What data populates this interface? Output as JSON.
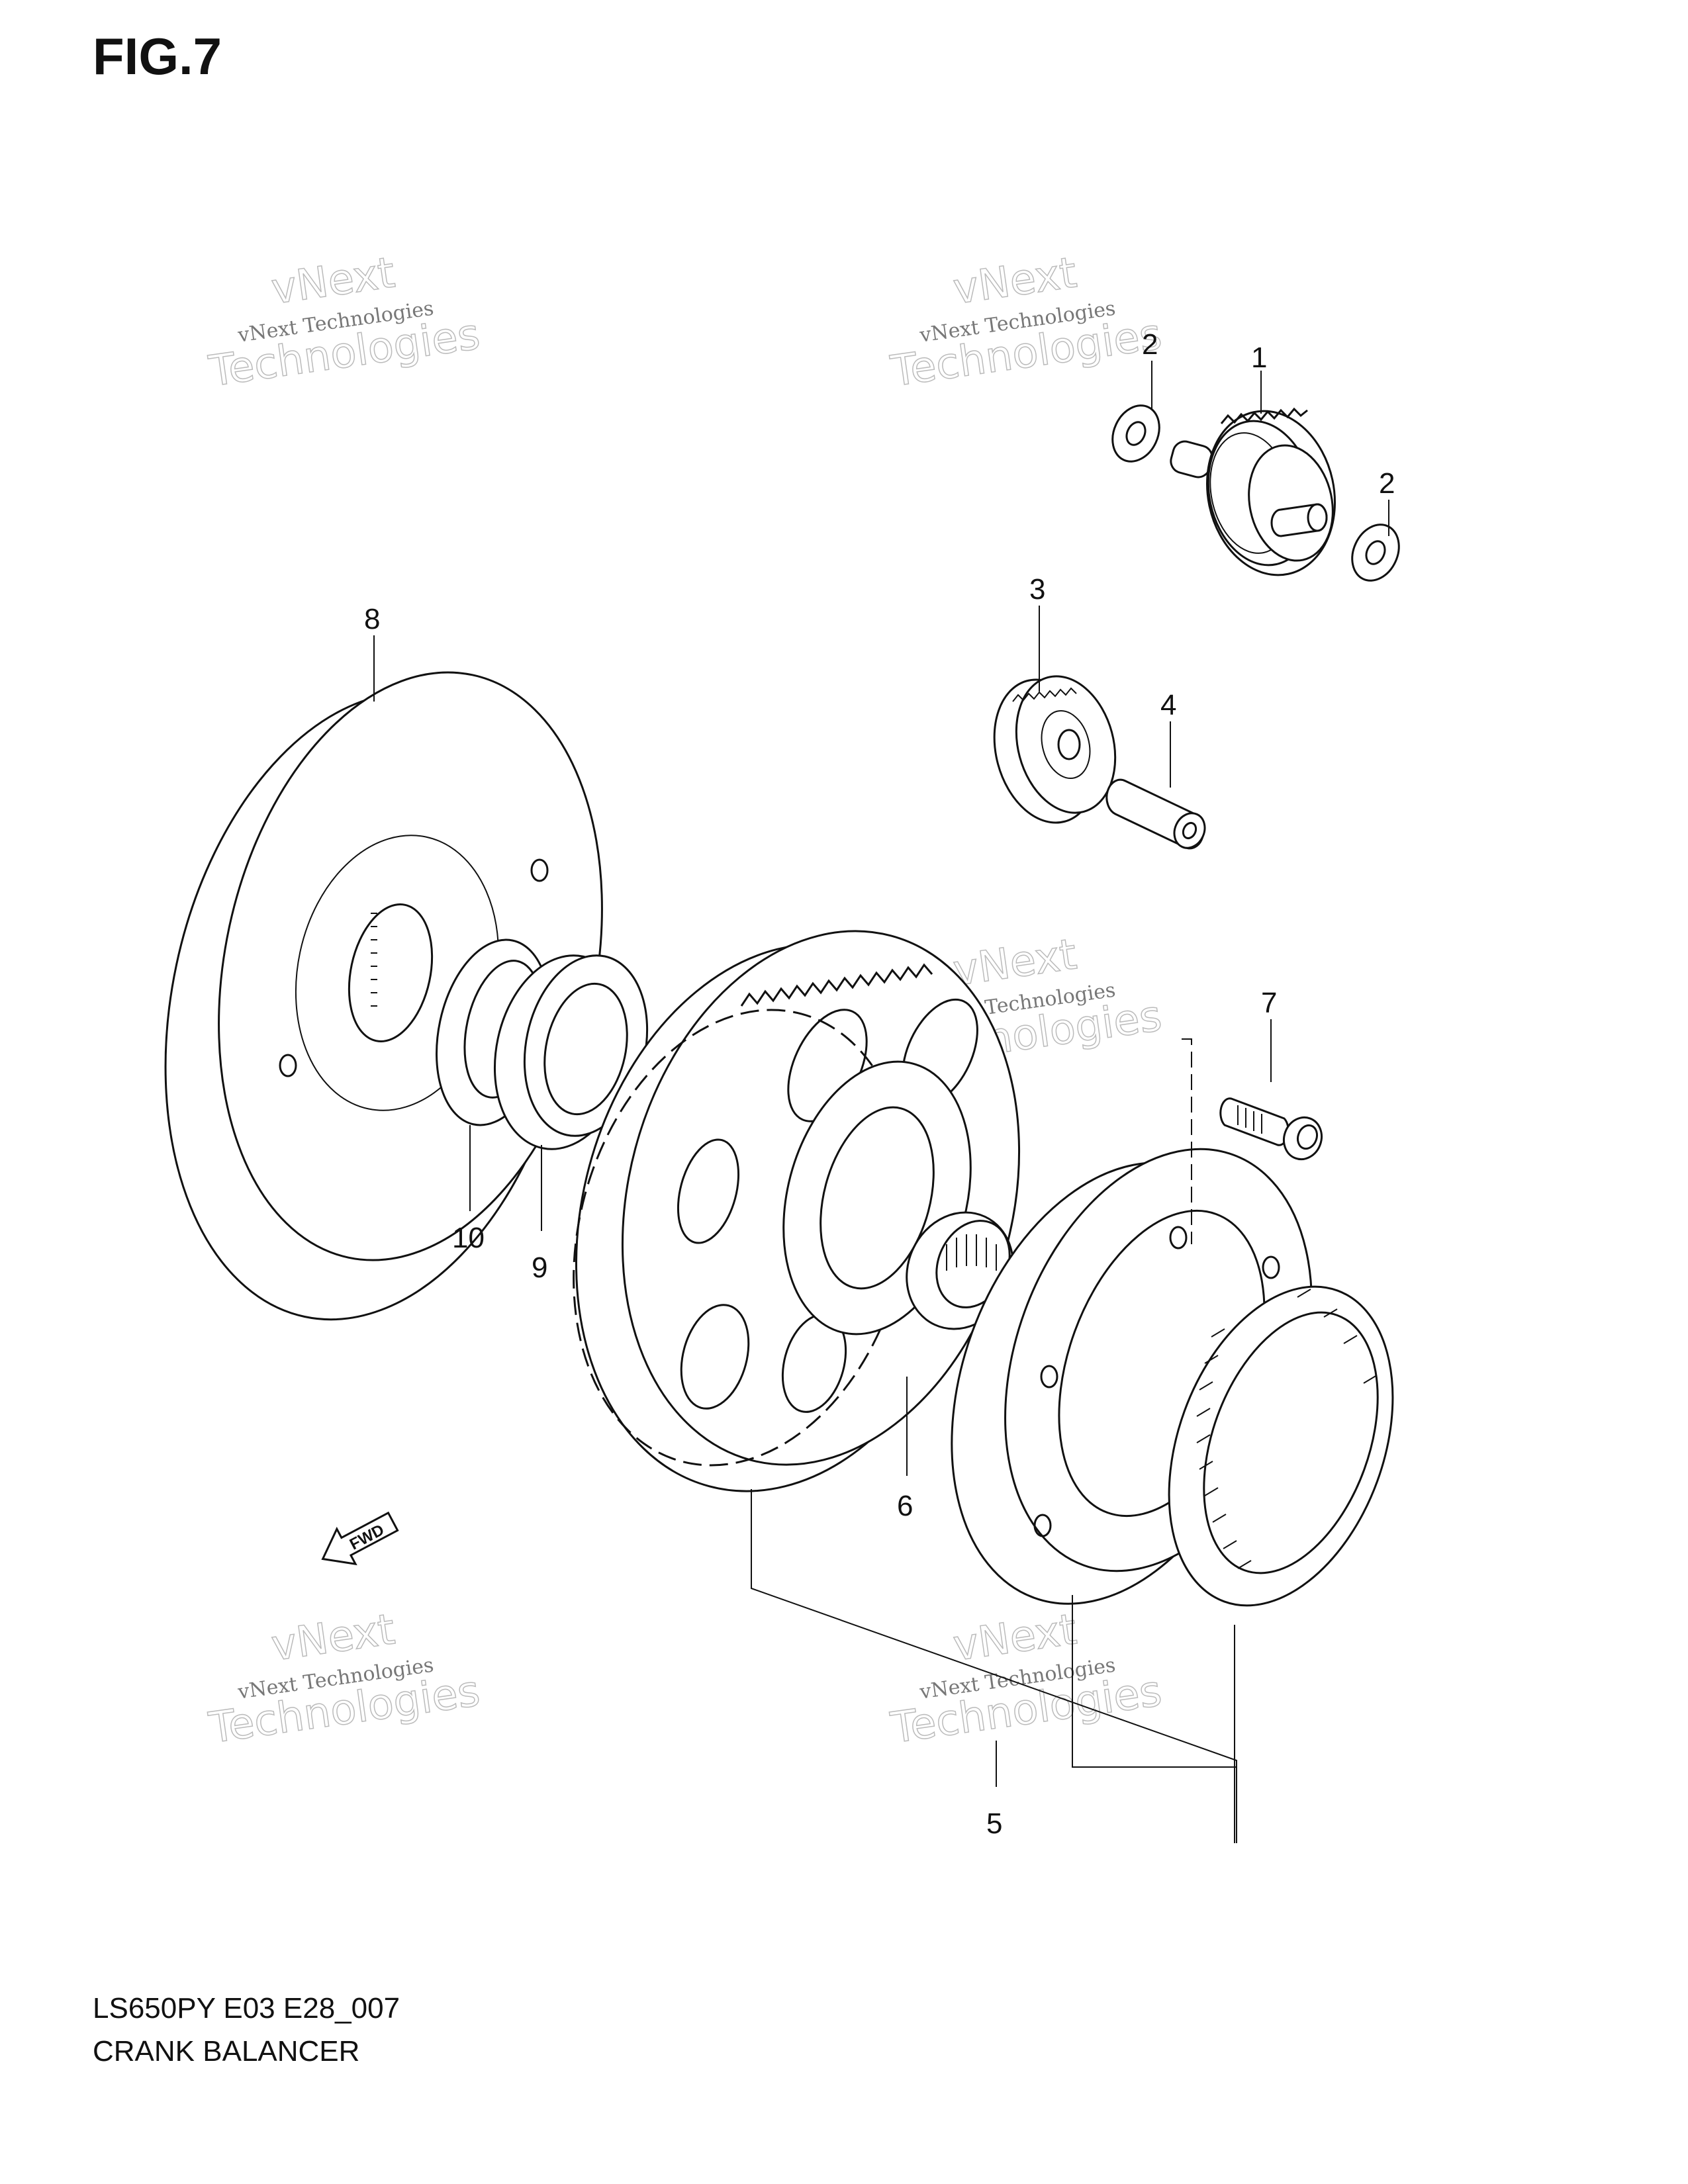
{
  "figure_title": "FIG.7",
  "footer": {
    "model_code": "LS650PY E03 E28_007",
    "section_name": "CRANK BALANCER"
  },
  "watermark": {
    "line": "vNext Technologies",
    "big_top": "vNext",
    "big_bottom": "Technologies"
  },
  "callouts": [
    "1",
    "2",
    "2",
    "3",
    "4",
    "5",
    "6",
    "7",
    "8",
    "9",
    "10"
  ],
  "fwd_label": "FWD"
}
